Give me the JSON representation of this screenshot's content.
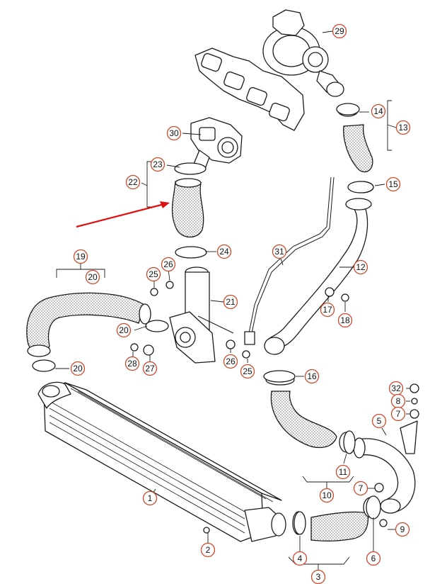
{
  "colors": {
    "callout_ring": "#cc4a2a",
    "arrow": "#e01010",
    "line": "#1a1a1a"
  },
  "callouts": [
    {
      "id": "c29",
      "label": "29"
    },
    {
      "id": "c14",
      "label": "14"
    },
    {
      "id": "c13",
      "label": "13"
    },
    {
      "id": "c30",
      "label": "30"
    },
    {
      "id": "c23",
      "label": "23"
    },
    {
      "id": "c22",
      "label": "22"
    },
    {
      "id": "c15",
      "label": "15"
    },
    {
      "id": "c24",
      "label": "24"
    },
    {
      "id": "c19",
      "label": "19"
    },
    {
      "id": "c20a",
      "label": "20"
    },
    {
      "id": "c31",
      "label": "31"
    },
    {
      "id": "c12",
      "label": "12"
    },
    {
      "id": "c26a",
      "label": "26"
    },
    {
      "id": "c25a",
      "label": "25"
    },
    {
      "id": "c21",
      "label": "21"
    },
    {
      "id": "c17",
      "label": "17"
    },
    {
      "id": "c18",
      "label": "18"
    },
    {
      "id": "c20b",
      "label": "20"
    },
    {
      "id": "c28",
      "label": "28"
    },
    {
      "id": "c27",
      "label": "27"
    },
    {
      "id": "c26b",
      "label": "26"
    },
    {
      "id": "c25b",
      "label": "25"
    },
    {
      "id": "c20c",
      "label": "20"
    },
    {
      "id": "c16",
      "label": "16"
    },
    {
      "id": "c32",
      "label": "32"
    },
    {
      "id": "c8",
      "label": "8"
    },
    {
      "id": "c7a",
      "label": "7"
    },
    {
      "id": "c5",
      "label": "5"
    },
    {
      "id": "c11",
      "label": "11"
    },
    {
      "id": "c10",
      "label": "10"
    },
    {
      "id": "c1",
      "label": "1"
    },
    {
      "id": "c7b",
      "label": "7"
    },
    {
      "id": "c9",
      "label": "9"
    },
    {
      "id": "c2",
      "label": "2"
    },
    {
      "id": "c4",
      "label": "4"
    },
    {
      "id": "c6",
      "label": "6"
    },
    {
      "id": "c3",
      "label": "3"
    }
  ]
}
